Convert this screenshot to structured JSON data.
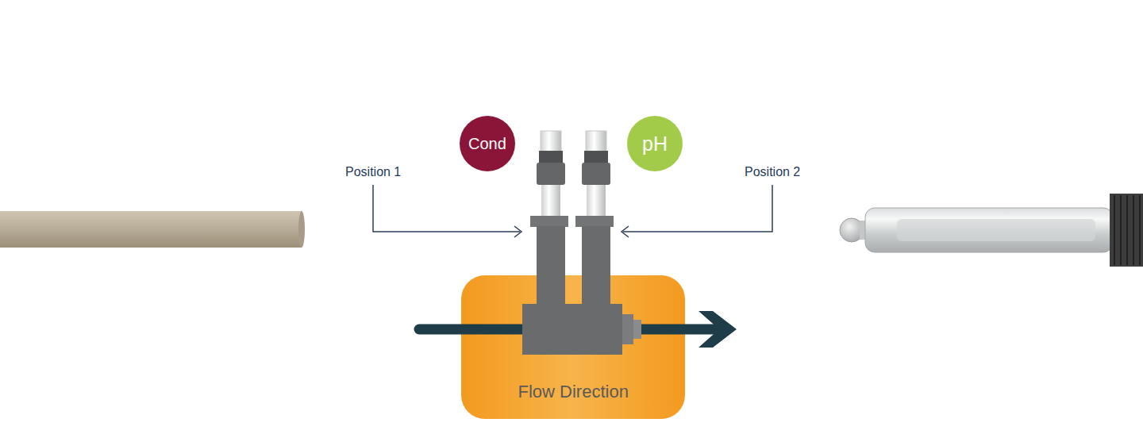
{
  "diagram": {
    "nodes": [
      {
        "text": [
          "Cond"
        ]
      },
      {
        "text": [
          "pH"
        ]
      },
      {
        "text": [
          "Flow Direction"
        ]
      }
    ],
    "labels": [
      "Position 1",
      "Position 2"
    ]
  }
}
